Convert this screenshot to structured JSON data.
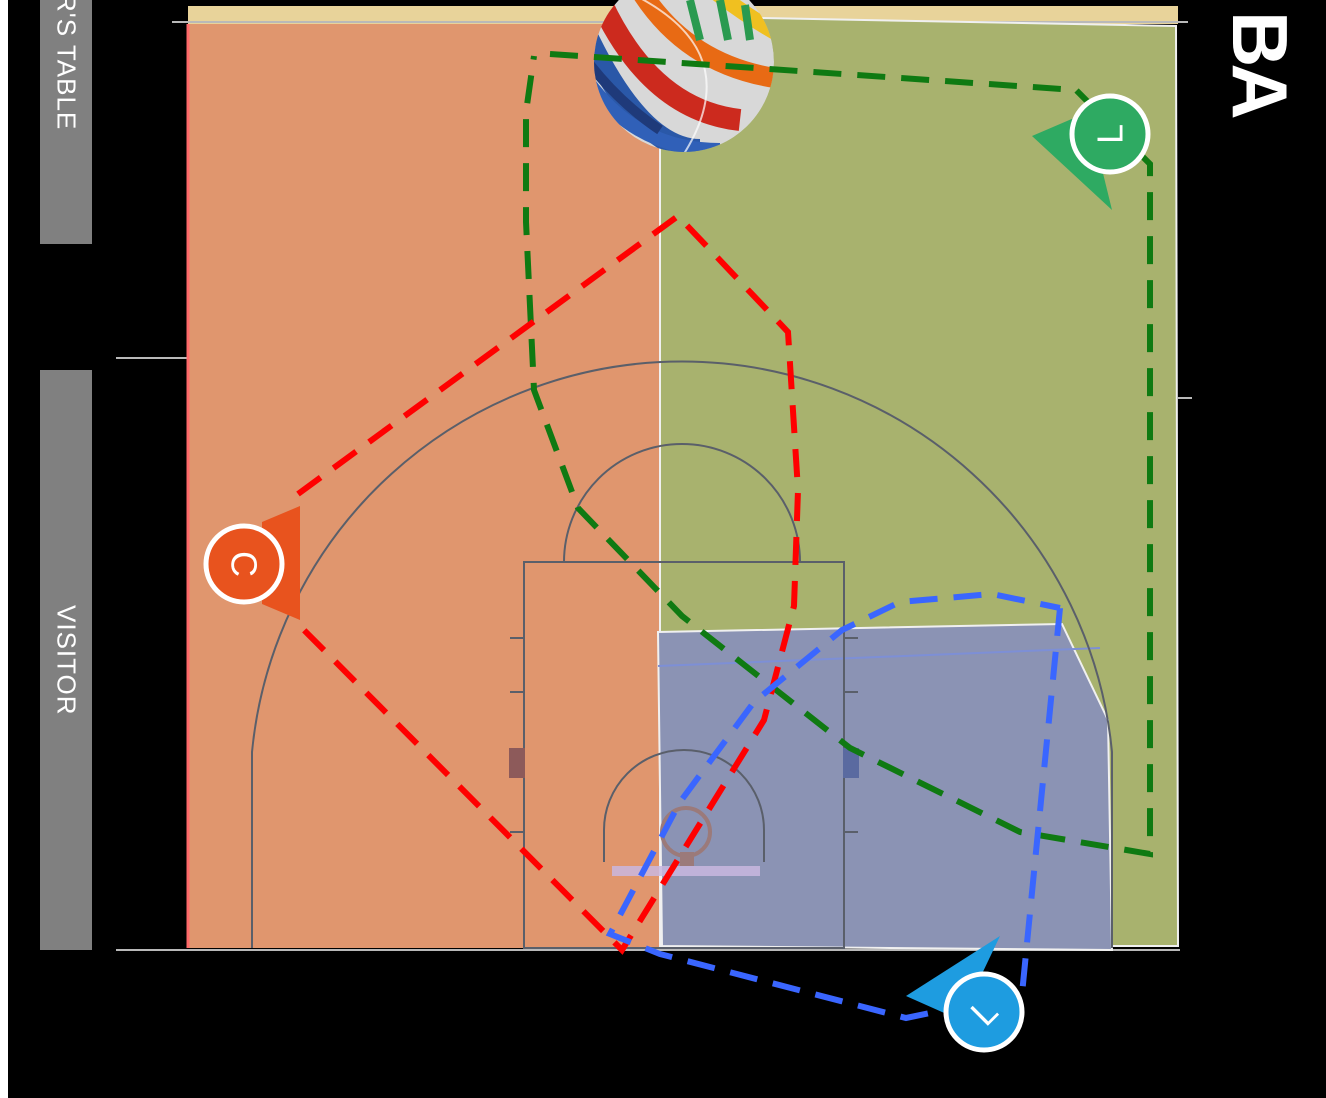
{
  "labels": {
    "scorers_table": "R'S TABLE",
    "visitor": "VISITOR",
    "brand_fragment": "BA"
  },
  "players": [
    {
      "id": "guard-top",
      "letter": "L",
      "color": "#2eaa62"
    },
    {
      "id": "center-left",
      "letter": "C",
      "color": "#e8531e"
    },
    {
      "id": "guard-bottom",
      "letter": "L",
      "color": "#1e9ce0"
    }
  ],
  "zones": [
    {
      "name": "left-zone",
      "color": "#e0966e"
    },
    {
      "name": "right-zone",
      "color": "#a8b26e"
    },
    {
      "name": "bottom-zone",
      "color": "#8b93b4"
    }
  ],
  "routes": [
    {
      "name": "green-route",
      "color": "#0f7a12"
    },
    {
      "name": "red-route",
      "color": "#ff0000"
    },
    {
      "name": "blue-route",
      "color": "#3a66ff"
    }
  ],
  "colors": {
    "background": "#000000",
    "court_top_strip": "#e8d39a",
    "side_label_bg": "#808080",
    "court_lines": "#5a5f6a"
  }
}
